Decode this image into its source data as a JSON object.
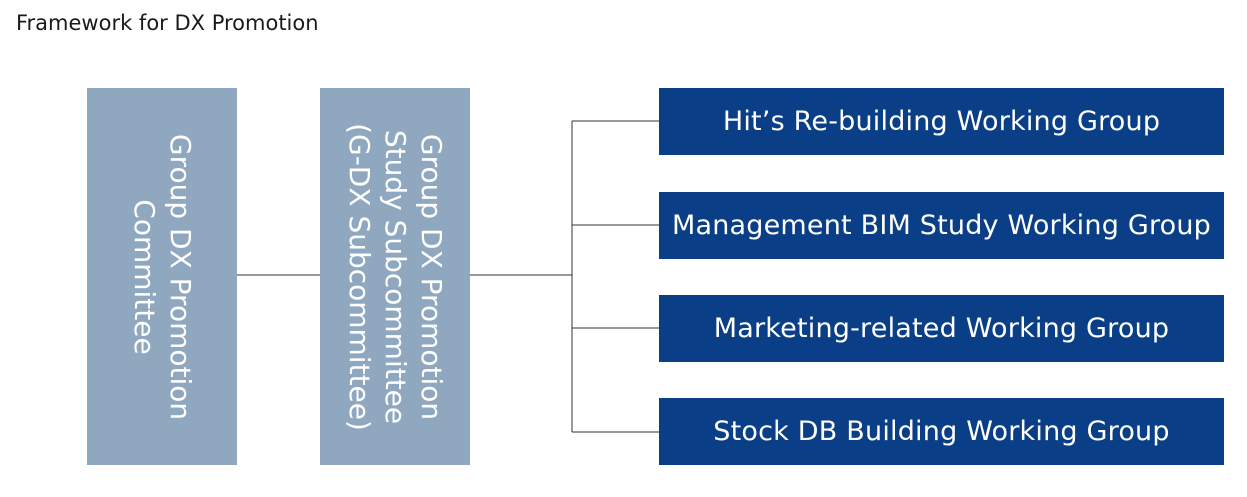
{
  "title": "Framework for DX Promotion",
  "committee": {
    "lines": [
      "Group DX Promotion",
      "Committee"
    ]
  },
  "subcommittee": {
    "lines": [
      "Group DX Promotion",
      "Study Subcommittee",
      "(G-DX Subcommittee)"
    ]
  },
  "working_groups": [
    {
      "label": "Hit’s Re-building Working Group"
    },
    {
      "label": "Management BIM Study Working Group"
    },
    {
      "label": "Marketing-related Working Group"
    },
    {
      "label": "Stock DB Building Working Group"
    }
  ],
  "colors": {
    "committee_fill": "#8fa8c0",
    "working_group_fill": "#0a3f87",
    "connector_line": "#333333"
  }
}
